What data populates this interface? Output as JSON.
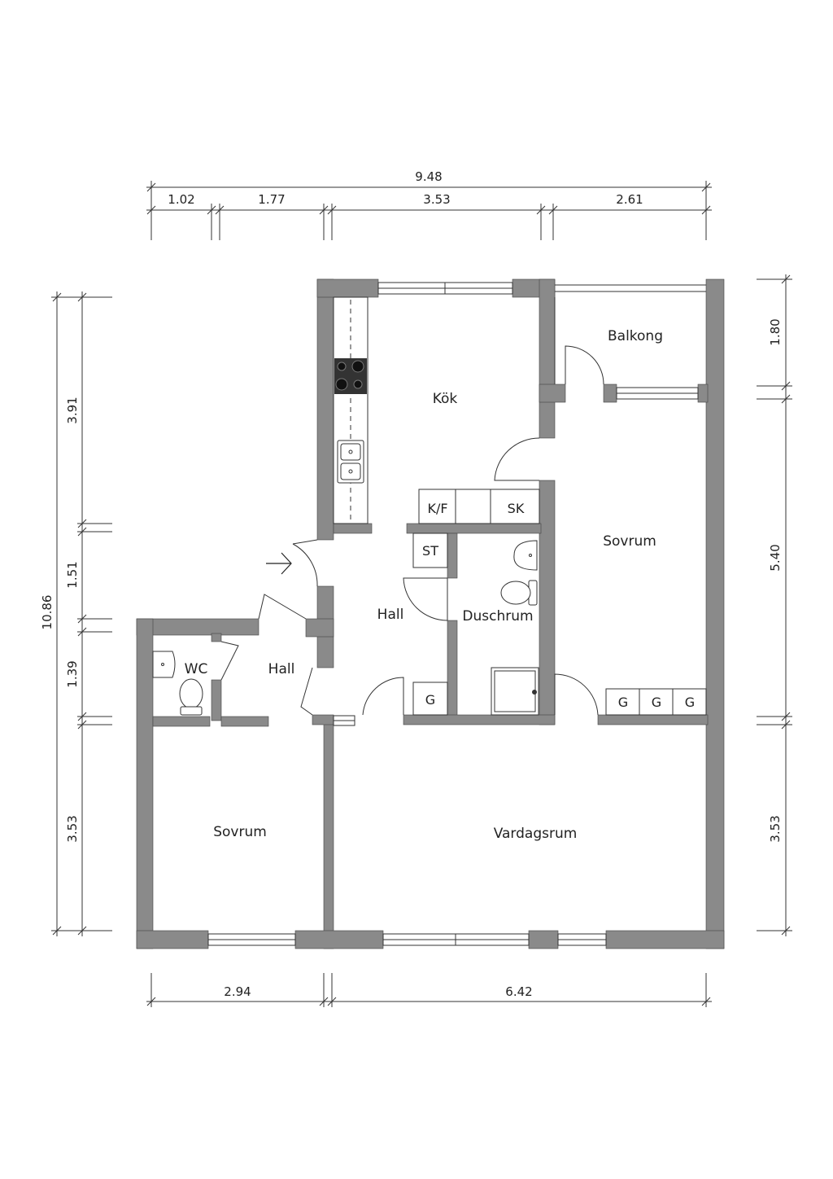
{
  "rooms": {
    "kok": "Kök",
    "balkong": "Balkong",
    "sovrum_right": "Sovrum",
    "hall_center": "Hall",
    "duschrum": "Duschrum",
    "wc": "WC",
    "hall_left": "Hall",
    "sovrum_left": "Sovrum",
    "vardagsrum": "Vardagsrum"
  },
  "fixtures": {
    "kf": "K/F",
    "sk": "SK",
    "st": "ST",
    "g_hall": "G",
    "g_sovrum_1": "G",
    "g_sovrum_2": "G",
    "g_sovrum_3": "G"
  },
  "dimensions": {
    "top_total": "9.48",
    "top_1": "1.02",
    "top_2": "1.77",
    "top_3": "3.53",
    "top_4": "2.61",
    "left_total": "10.86",
    "left_1": "3.91",
    "left_2": "1.51",
    "left_3": "1.39",
    "left_4": "3.53",
    "right_1": "1.80",
    "right_2": "5.40",
    "right_3": "3.53",
    "bottom_1": "2.94",
    "bottom_2": "6.42"
  },
  "colors": {
    "wall": "#8a8a8a",
    "line": "#222222"
  }
}
